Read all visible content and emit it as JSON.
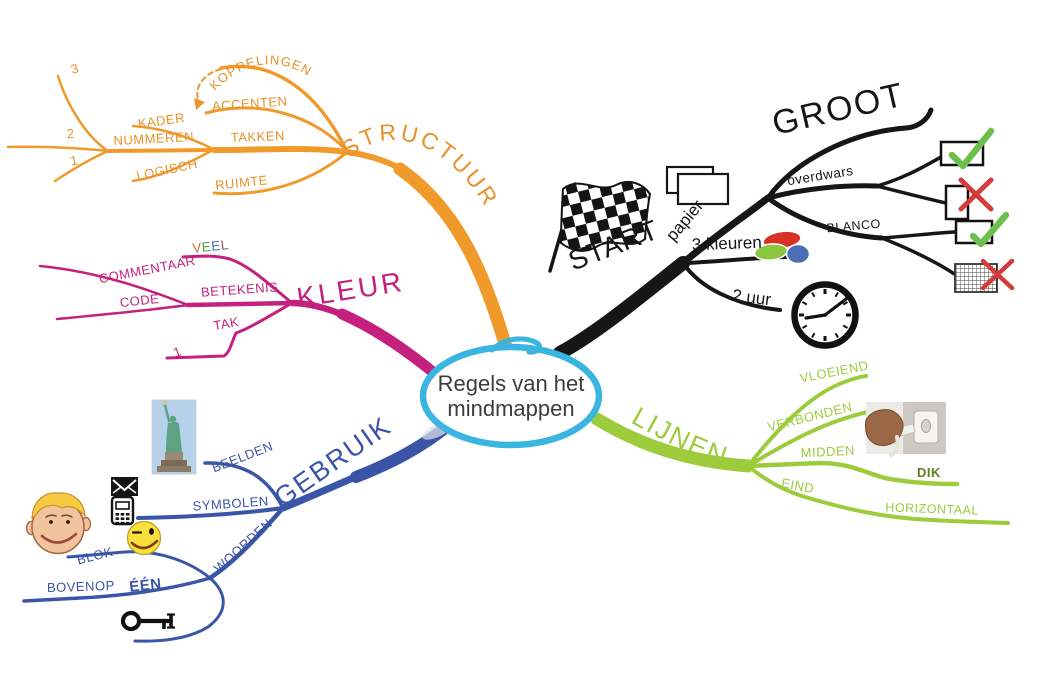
{
  "title": {
    "line1": "Regels van het",
    "line2": "mindmappen"
  },
  "colors": {
    "structuur_orange": "#F09A2C",
    "kleur_magenta": "#C4207E",
    "gebruik_blue": "#3A55A8",
    "start_black": "#161616",
    "lijnen_green": "#9CCB3C",
    "dik_dark_green": "#5F7D21",
    "center_cyan": "#3AB5E2",
    "check_green": "#6CBF4C",
    "cross_red": "#D43B3B",
    "oval_red": "#D93025",
    "oval_green": "#8CC63E",
    "oval_blue": "#4A6FB5"
  },
  "structuur": {
    "label": "STRUCTUUR",
    "koppelingen": "KOPPELINGEN",
    "accenten": "ACCENTEN",
    "takken": "TAKKEN",
    "ruimte": "RUIMTE",
    "kader": "KADER",
    "nummeren": "NUMMEREN",
    "logisch": "LOGISCH",
    "num3": "3",
    "num2": "2",
    "num1": "1"
  },
  "kleur": {
    "label": "KLEUR",
    "veel": [
      "V",
      "E",
      "E",
      "L"
    ],
    "veel_colors": [
      "#D4752B",
      "#4E9B47",
      "#4E6FA8",
      "#9C4F86"
    ],
    "commentaar": "COMMENTAAR",
    "code": "CODE",
    "betekenis": "BETEKENIS",
    "tak": "TAK",
    "num1": "1"
  },
  "gebruik": {
    "label": "GEBRUIK",
    "beelden": "BEELDEN",
    "symbolen": "SYMBOLEN",
    "woorden": "WOORDEN",
    "blok": "BLOK",
    "een": "ÉÉN",
    "bovenop": "BOVENOP"
  },
  "start": {
    "label": "START",
    "papier": "papier",
    "groot": "GROOT",
    "overdwars": "overdwars",
    "blanco": "BLANCO",
    "kleuren3": "3 kleuren",
    "uur2": "2 uur"
  },
  "lijnen": {
    "label": "LIJNEN",
    "vloeiend": "VLOEIEND",
    "verbonden": "VERBONDEN",
    "midden": "MIDDEN",
    "eind": "EIND",
    "dik": "DIK",
    "horizontaal": "HORIZONTAAL"
  },
  "icons": {
    "center": "hand-drawn-ellipse",
    "structuur_link": "dashed-link-arrow-icon",
    "start_flag": "checkered-flag-icon",
    "papier": "paper-sheets-icon",
    "kleuren": "three-color-ovals-icon",
    "uur": "clock-icon",
    "overdwars_goed": "landscape-page-checkbox",
    "overdwars_fout": "portrait-page-checkbox",
    "blanco_goed": "blank-page-checkbox",
    "blanco_fout": "grid-page-checkbox",
    "check": "green-checkmark-icon",
    "cross": "red-cross-icon",
    "beelden": "statue-of-liberty-image",
    "symbolen_envelop": "envelope-icon",
    "symbolen_telefoon": "mobile-phone-icon",
    "woorden_smiley": "winking-smiley-icon",
    "blok_gezicht": "boy-face-image",
    "een_sleutel": "key-icon",
    "verbonden_hand": "hand-plug-socket-image"
  }
}
